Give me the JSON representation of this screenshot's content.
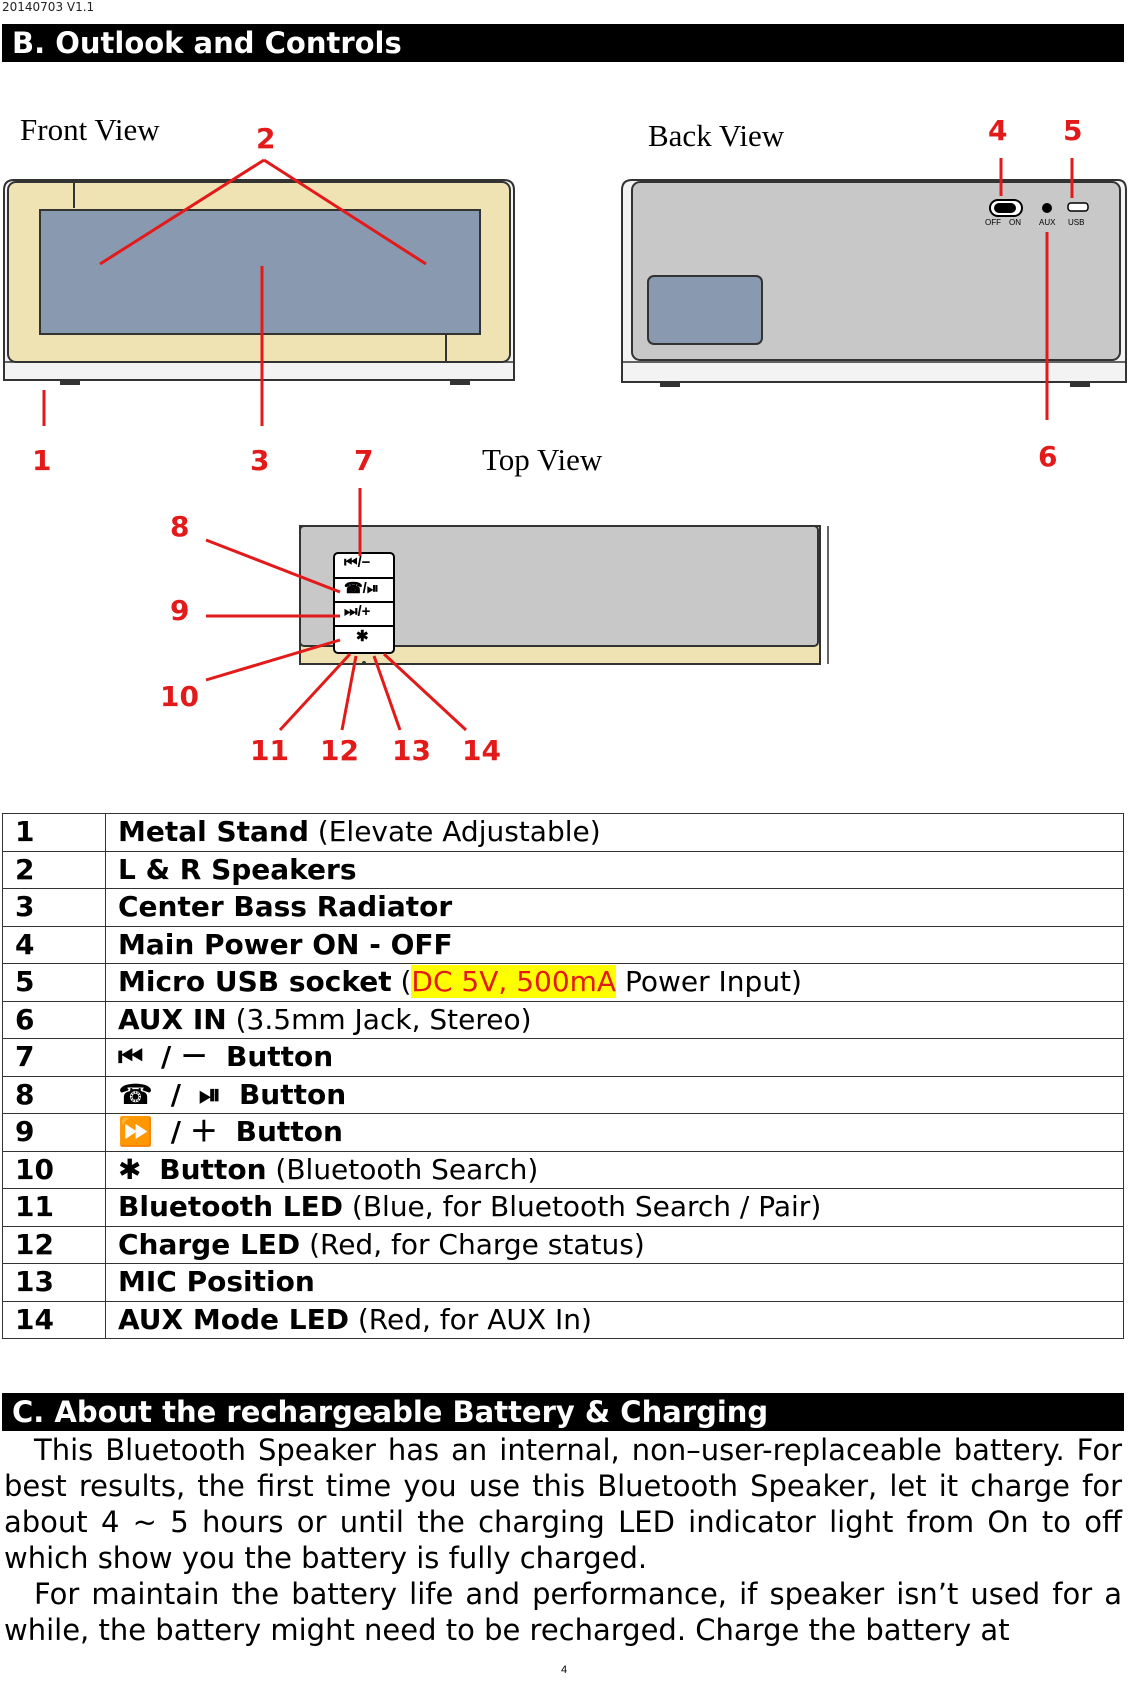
{
  "header": {
    "version": "20140703 V1.1"
  },
  "section_b": {
    "title": "B.   Outlook and Controls"
  },
  "views": {
    "front": "Front View",
    "back": "Back View",
    "top": "Top View"
  },
  "callouts": [
    "1",
    "2",
    "3",
    "4",
    "5",
    "6",
    "7",
    "8",
    "9",
    "10",
    "11",
    "12",
    "13",
    "14"
  ],
  "back_panel": {
    "off": "OFF",
    "on": "ON",
    "aux": "AUX",
    "usb": "USB"
  },
  "top_buttons": {
    "prev": "⏮/−",
    "call_play": "☎/⏯",
    "next": "⏭/+",
    "bt": "✱"
  },
  "parts": [
    {
      "num": "1",
      "name": "Metal Stand",
      "desc": " (Elevate Adjustable)"
    },
    {
      "num": "2",
      "name": "L & R Speakers",
      "desc": ""
    },
    {
      "num": "3",
      "name": "Center Bass Radiator",
      "desc": ""
    },
    {
      "num": "4",
      "name": "Main Power ON - OFF",
      "desc": ""
    },
    {
      "num": "5",
      "name": "Micro USB socket",
      "desc_pre": " (",
      "highlight": "DC 5V, 500mA",
      "desc_post": " Power Input)"
    },
    {
      "num": "6",
      "name": "AUX IN",
      "desc": " (3.5mm Jack, Stereo)"
    },
    {
      "num": "7",
      "icon1": "⏮",
      "sep": "/",
      "icon2": "－",
      "name": "Button"
    },
    {
      "num": "8",
      "icon1": "☎",
      "sep": "/",
      "icon2": "⏯",
      "name": "Button"
    },
    {
      "num": "9",
      "icon1": "⏩",
      "sep": "/",
      "icon2": "＋",
      "name": "Button"
    },
    {
      "num": "10",
      "icon1": "✱",
      "name": "Button",
      "desc": " (Bluetooth Search)"
    },
    {
      "num": "11",
      "name": "Bluetooth LED",
      "desc": " (Blue, for Bluetooth Search / Pair)"
    },
    {
      "num": "12",
      "name": "Charge LED",
      "desc": " (Red, for Charge status)"
    },
    {
      "num": "13",
      "name": "MIC Position",
      "desc": ""
    },
    {
      "num": "14",
      "name": "AUX Mode LED",
      "desc": " (Red, for AUX In)"
    }
  ],
  "section_c": {
    "title": "C.   About the rechargeable Battery & Charging",
    "p1": "This Bluetooth Speaker has an internal, non–user-replaceable battery. For best results, the first time you use this Bluetooth Speaker, let it charge for about 4 ~ 5 hours or until the charging LED indicator light from On to off which show you the battery is fully charged.",
    "p2": "For maintain the battery life and performance, if speaker isn’t used for a while, the battery might need to be recharged. Charge the battery at"
  },
  "footer": {
    "page": "4"
  },
  "colors": {
    "callout": "#e31a1a",
    "stand": "#efe3b4",
    "grill": "#8899b0",
    "body": "#c8c8c8"
  }
}
